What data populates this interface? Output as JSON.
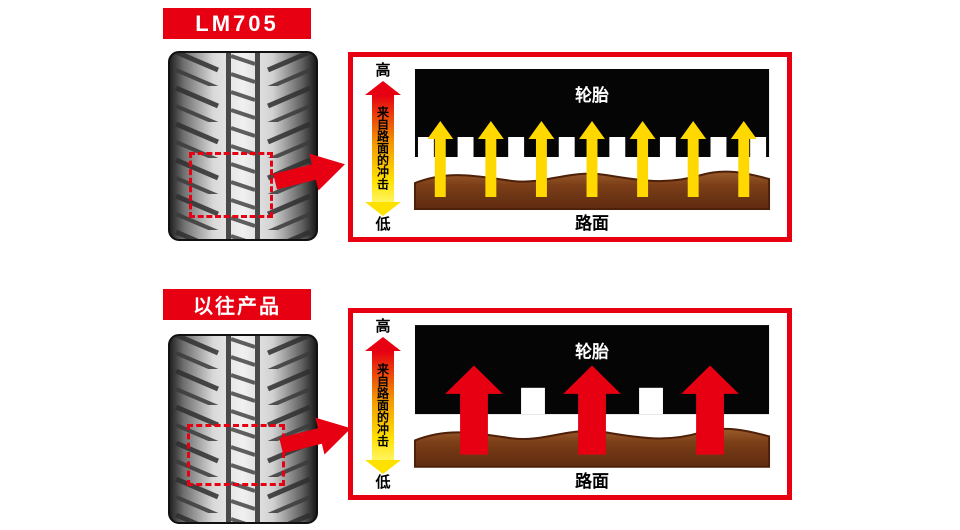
{
  "page": {
    "background": "#ffffff"
  },
  "colors": {
    "accent_red": "#e60012",
    "impact_yellow": "#ffd800",
    "impact_red": "#e60012",
    "road_brown": "#7c3f18",
    "tire_black": "#000000"
  },
  "sections": [
    {
      "badge": "LM705",
      "diagram": {
        "scale_high": "高",
        "scale_low": "低",
        "impact_label": "来自路面的冲击",
        "tire_label": "轮胎",
        "road_label": "路面",
        "arrow_count": 7,
        "arrow_color": "#ffd800",
        "arrow_size": "small",
        "block_count": 8
      }
    },
    {
      "badge": "以往产品",
      "diagram": {
        "scale_high": "高",
        "scale_low": "低",
        "impact_label": "来自路面的冲击",
        "tire_label": "轮胎",
        "road_label": "路面",
        "arrow_count": 3,
        "arrow_color": "#e60012",
        "arrow_size": "large",
        "block_count": 2
      }
    }
  ]
}
